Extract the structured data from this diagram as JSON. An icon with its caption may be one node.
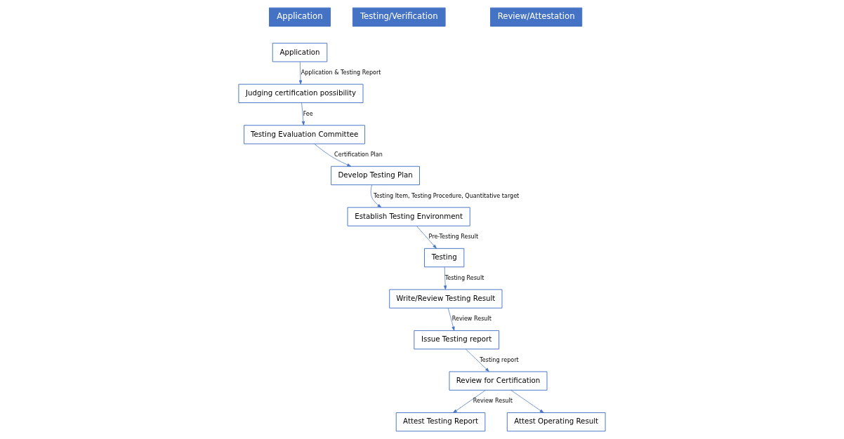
{
  "diagram": {
    "nodes": [
      {
        "text": [
          "Application"
        ]
      },
      {
        "text": [
          "Application"
        ]
      },
      {
        "text": [
          "Judging certification possibility"
        ]
      },
      {
        "text": [
          "Testing Evaluation Committee"
        ]
      },
      {
        "text": [
          "Testing/Verification"
        ]
      },
      {
        "text": [
          "Develop Testing Plan"
        ]
      },
      {
        "text": [
          "Establish Testing Environment"
        ]
      },
      {
        "text": [
          "Testing"
        ]
      },
      {
        "text": [
          "Write/Review Testing Result"
        ]
      },
      {
        "text": [
          "Issue Testing report"
        ]
      },
      {
        "text": [
          "Review/Attestation"
        ]
      },
      {
        "text": [
          "Review for Certification"
        ]
      },
      {
        "text": [
          "Attest Testing Report"
        ]
      },
      {
        "text": [
          "Attest Operating Result"
        ]
      }
    ],
    "edges": [
      {
        "from": 1,
        "to": 2,
        "arrow": "to",
        "label": "Application & Testing Report"
      },
      {
        "from": 2,
        "to": 3,
        "arrow": "to",
        "label": "Fee"
      },
      {
        "from": 3,
        "to": 5,
        "arrow": "to",
        "label": "Certification Plan"
      },
      {
        "from": 5,
        "to": 6,
        "arrow": "to",
        "label": "Testing Item, Testing Procedure, Quantitative target"
      },
      {
        "from": 6,
        "to": 7,
        "arrow": "to",
        "label": "Pre-Testing Result"
      },
      {
        "from": 7,
        "to": 8,
        "arrow": "to",
        "label": "Testing Result"
      },
      {
        "from": 8,
        "to": 9,
        "arrow": "to",
        "label": "Review Result"
      },
      {
        "from": 9,
        "to": 11,
        "arrow": "to",
        "label": "Testing report"
      },
      {
        "from": 11,
        "to": 12,
        "arrow": "to",
        "label": "Review Result"
      },
      {
        "from": 11,
        "to": 13,
        "arrow": "to"
      }
    ]
  }
}
